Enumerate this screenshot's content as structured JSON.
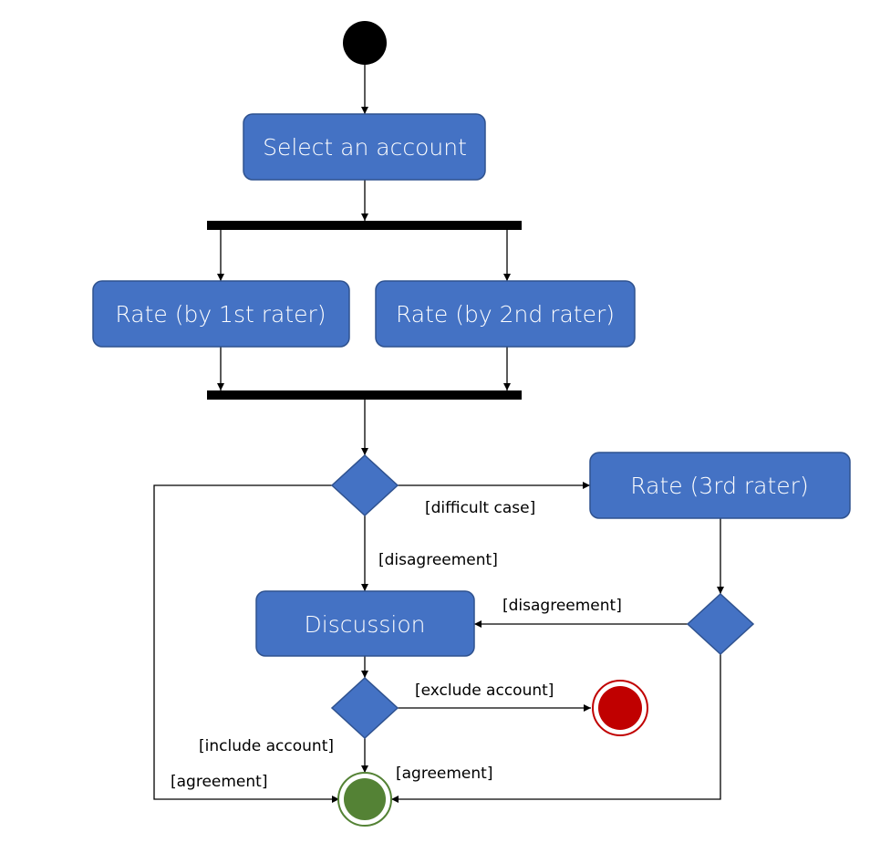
{
  "actions": {
    "select": "Select an account",
    "rate1": "Rate (by 1st rater)",
    "rate2": "Rate (by 2nd rater)",
    "rate3": "Rate (3rd rater)",
    "discussion": "Discussion"
  },
  "guards": {
    "difficult_case": "[difficult case]",
    "disagreement_1": "[disagreement]",
    "disagreement_2": "[disagreement]",
    "exclude_account": "[exclude account]",
    "include_account": "[include account]",
    "agreement_1": "[agreement]",
    "agreement_2": "[agreement]"
  },
  "colors": {
    "action_fill": "#4472c4",
    "final_ok": "#548235",
    "final_excluded": "#c00000"
  }
}
